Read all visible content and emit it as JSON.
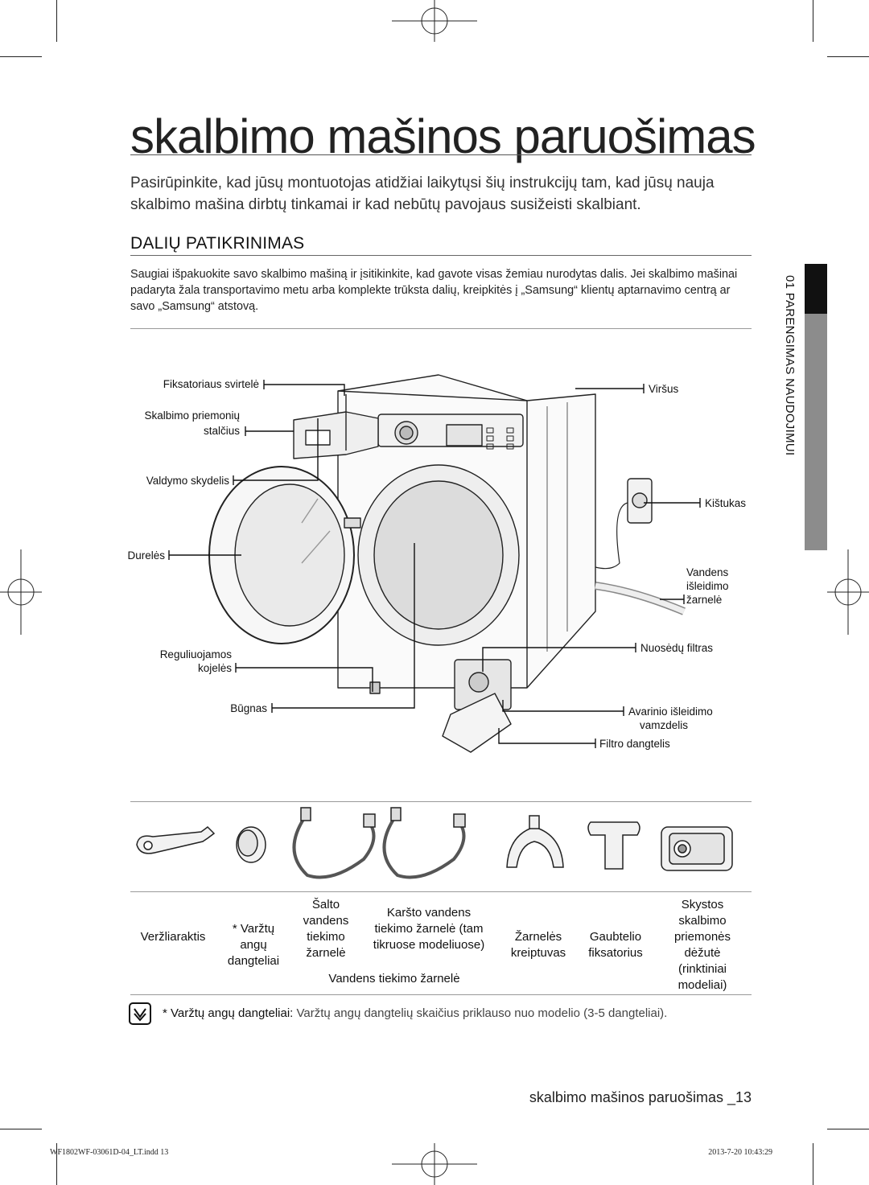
{
  "page": {
    "title": "skalbimo mašinos paruošimas",
    "intro": "Pasirūpinkite, kad jūsų montuotojas atidžiai laikytųsi šių instrukcijų tam, kad jūsų nauja skalbimo mašina dirbtų tinkamai ir kad nebūtų pavojaus susižeisti skalbiant.",
    "section_heading": "DALIŲ PATIKRINIMAS",
    "section_body": "Saugiai išpakuokite savo skalbimo mašiną ir įsitikinkite, kad gavote visas žemiau nurodytas dalis. Jei skalbimo mašinai padaryta žala transportavimo metu arba komplekte trūksta dalių, kreipkitės į „Samsung“ klientų aptarnavimo centrą ar savo „Samsung“ atstovą."
  },
  "side_tab": {
    "label": "01 PARENGIMAS NAUDOJIMUI"
  },
  "diagram": {
    "labels": {
      "fiksatoriaus": "Fiksatoriaus svirtelė",
      "skalbimo_1": "Skalbimo priemonių",
      "skalbimo_2": "stalčius",
      "valdymo": "Valdymo skydelis",
      "dureles": "Durelės",
      "reguliuojamos_1": "Reguliuojamos",
      "reguliuojamos_2": "kojelės",
      "bugnas": "Būgnas",
      "virsus": "Viršus",
      "kistukas": "Kištukas",
      "vandens_1": "Vandens",
      "vandens_2": "išleidimo",
      "vandens_3": "žarnelė",
      "nuosedu": "Nuosėdų filtras",
      "avarinio_1": "Avarinio išleidimo",
      "avarinio_2": "vamzdelis",
      "filtro": "Filtro dangtelis"
    }
  },
  "accessories": {
    "icons": [
      "wrench-icon",
      "bolt-cap-icon",
      "cold-hose-icon",
      "hot-hose-icon",
      "hose-guide-icon",
      "holder-cap-icon",
      "detergent-box-icon"
    ],
    "items": [
      {
        "lines": [
          "Veržliaraktis"
        ]
      },
      {
        "lines": [
          "* Varžtų",
          "angų",
          "dangteliai"
        ]
      },
      {
        "lines": [
          "Šalto",
          "vandens",
          "tiekimo",
          "žarnelė"
        ]
      },
      {
        "lines": [
          "Karšto vandens",
          "tiekimo žarnelė (tam",
          "tikruose modeliuose)"
        ]
      },
      {
        "lines": [
          "Žarnelės",
          "kreiptuvas"
        ]
      },
      {
        "lines": [
          "Gaubtelio",
          "fiksatorius"
        ]
      },
      {
        "lines": [
          "Skystos",
          "skalbimo",
          "priemonės",
          "dėžutė",
          "(rinktiniai",
          "modeliai)"
        ]
      }
    ],
    "shared_label": "Vandens tiekimo žarnelė"
  },
  "note": {
    "bold": "* Varžtų angų dangteliai:",
    "text": "Varžtų angų dangtelių skaičius priklauso nuo modelio (3-5 dangteliai)."
  },
  "footer": {
    "title": "skalbimo mašinos paruošimas _13",
    "print_left": "WF1802WF-03061D-04_LT.indd   13",
    "print_right": "2013-7-20   10:43:29"
  }
}
